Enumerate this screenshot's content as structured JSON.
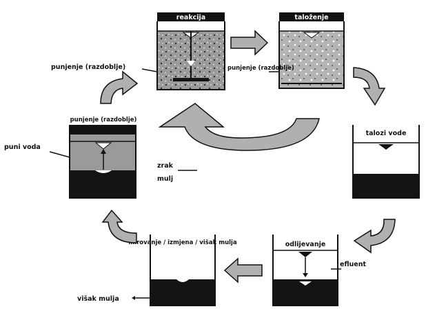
{
  "diagram": {
    "tanks": {
      "fill": {
        "title": "punjenje (razdoblje)",
        "level_label": "puni voda"
      },
      "react": {
        "title": "reakcija",
        "side_label": "punjenje (razdoblje)"
      },
      "settle": {
        "title": "taloženje",
        "side_label": "punjenje (razdoblje)"
      },
      "decant": {
        "title": "talozi vode"
      },
      "draw": {
        "title": "odlijevanje",
        "side_label": "efluent"
      },
      "idle": {
        "title": "mirovanje / izmjena / višak mulja",
        "side_label": "višak mulja"
      }
    },
    "mid_note": {
      "line1": "zrak",
      "line2": "mulj"
    },
    "colors": {
      "sludge": "#141414",
      "mixed_liquor": "#9a9a9a",
      "settling_liquor": "#b4b4b4",
      "arrow": "#b0b0b0",
      "outline": "#111111"
    }
  }
}
